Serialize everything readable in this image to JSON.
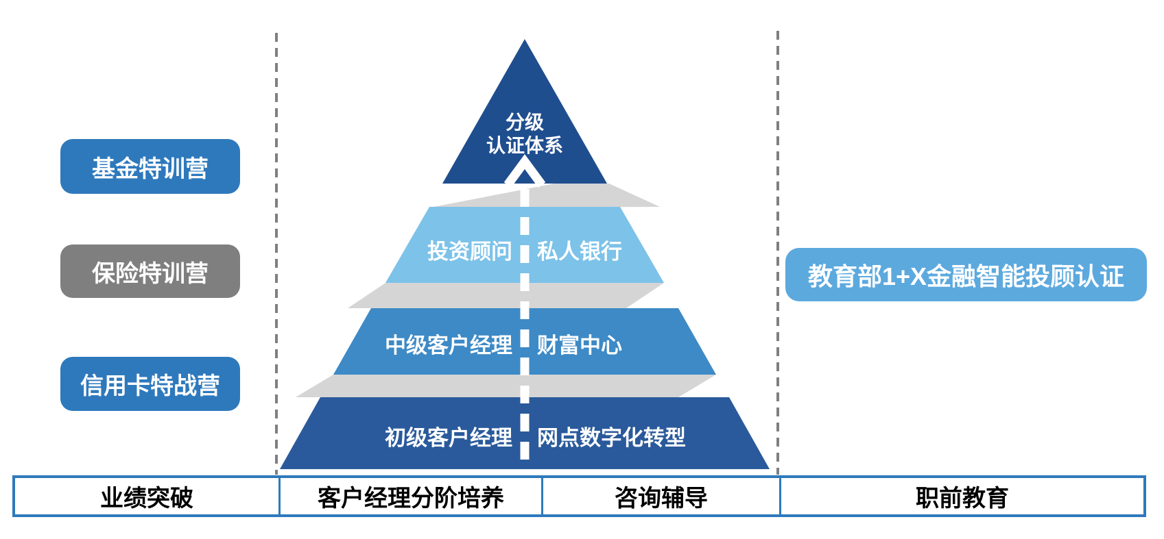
{
  "colors": {
    "badge_blue": "#2E79BC",
    "badge_gray": "#7F7F7F",
    "cert_badge_blue": "#5CA9DE",
    "pyramid_top_navy": "#1F4E8F",
    "pyramid_level2_blue": "#7CC2E9",
    "pyramid_level3_blue": "#3D8AC6",
    "pyramid_level4_blue": "#2A5A9B",
    "shadow_gray": "#D5D5D5",
    "divider_gray": "#7F7F7F",
    "table_border_blue": "#2E79BC",
    "arrow_white": "#FFFFFF"
  },
  "left_badges": [
    {
      "label": "基金特训营"
    },
    {
      "label": "保险特训营"
    },
    {
      "label": "信用卡特战营"
    }
  ],
  "pyramid": {
    "top": {
      "line1": "分级",
      "line2": "认证体系"
    },
    "levels": [
      {
        "left": "投资顾问",
        "right": "私人银行"
      },
      {
        "left": "中级客户经理",
        "right": "财富中心"
      },
      {
        "left": "初级客户经理",
        "right": "网点数字化转型"
      }
    ]
  },
  "right_badge": {
    "label": "教育部1+X金融智能投顾认证"
  },
  "footer": {
    "columns": [
      "业绩突破",
      "客户经理分阶培养",
      "咨询辅导",
      "职前教育"
    ]
  }
}
